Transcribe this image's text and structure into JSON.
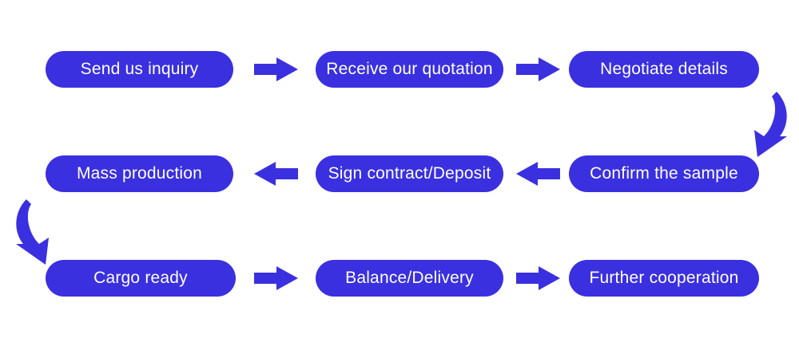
{
  "colors": {
    "accent": "#3A30DF",
    "background": "#FFFFFF",
    "step_text": "#FFFFFF"
  },
  "rows": [
    {
      "name": "row-1",
      "flow_direction": "left-to-right",
      "arrow_icon": "arrow-right-icon",
      "steps": [
        {
          "label": "Send us inquiry"
        },
        {
          "label": "Receive our quotation"
        },
        {
          "label": "Negotiate details"
        }
      ]
    },
    {
      "name": "row-2",
      "flow_direction": "right-to-left",
      "arrow_icon": "arrow-left-icon",
      "steps": [
        {
          "label": "Mass production"
        },
        {
          "label": "Sign contract/Deposit"
        },
        {
          "label": "Confirm the sample"
        }
      ]
    },
    {
      "name": "row-3",
      "flow_direction": "left-to-right",
      "arrow_icon": "arrow-right-icon",
      "steps": [
        {
          "label": "Cargo ready"
        },
        {
          "label": "Balance/Delivery"
        },
        {
          "label": "Further cooperation"
        }
      ]
    }
  ],
  "connectors": [
    {
      "icon": "curved-arrow-down-left-icon",
      "from": "Negotiate details",
      "to": "Confirm the sample"
    },
    {
      "icon": "curved-arrow-down-right-icon",
      "from": "Mass production",
      "to": "Cargo ready"
    }
  ]
}
